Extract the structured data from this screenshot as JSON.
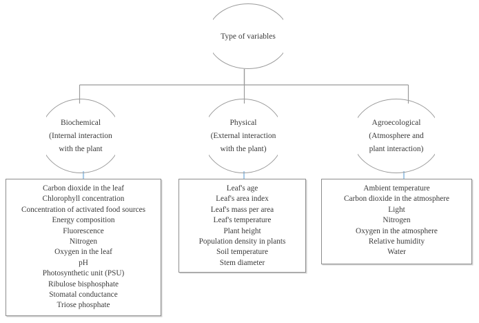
{
  "diagram": {
    "title": "Type of variables",
    "root": {
      "id": "type-of-variables",
      "lines": [
        "Type of variables"
      ]
    },
    "branches": [
      {
        "id": "biochemical",
        "lines": [
          "Biochemical",
          "(Internal interaction",
          "with the plant"
        ],
        "variables": [
          "Carbon dioxide in the leaf",
          "Chlorophyll concentration",
          "Concentration of activated food sources",
          "Energy composition",
          "Fluorescence",
          "Nitrogen",
          "Oxygen in the leaf",
          "pH",
          "Photosynthetic unit (PSU)",
          "Ribulose bisphosphate",
          "Stomatal conductance",
          "Triose phosphate"
        ]
      },
      {
        "id": "physical",
        "lines": [
          "Physical",
          "(External interaction",
          "with the plant)"
        ],
        "variables": [
          "Leaf's age",
          "Leaf's area index",
          "Leaf's mass per area",
          "Leaf's temperature",
          "Plant height",
          "Population density in plants",
          "Soil temperature",
          "Stem diameter"
        ]
      },
      {
        "id": "agroecological",
        "lines": [
          "Agroecological",
          "(Atmosphere and",
          "plant interaction)"
        ],
        "variables": [
          "Ambient temperature",
          "Carbon dioxide in the atmosphere",
          "Light",
          "Nitrogen",
          "Oxygen in the atmosphere",
          "Relative humidity",
          "Water"
        ]
      }
    ],
    "colors": {
      "node_stroke": "#9a9a9a",
      "box_stroke": "#8c8c8c",
      "tree_connector": "#9a9a9a",
      "leaf_connector": "#a8cbe8",
      "text": "#3a3a3a",
      "background": "#ffffff"
    }
  }
}
